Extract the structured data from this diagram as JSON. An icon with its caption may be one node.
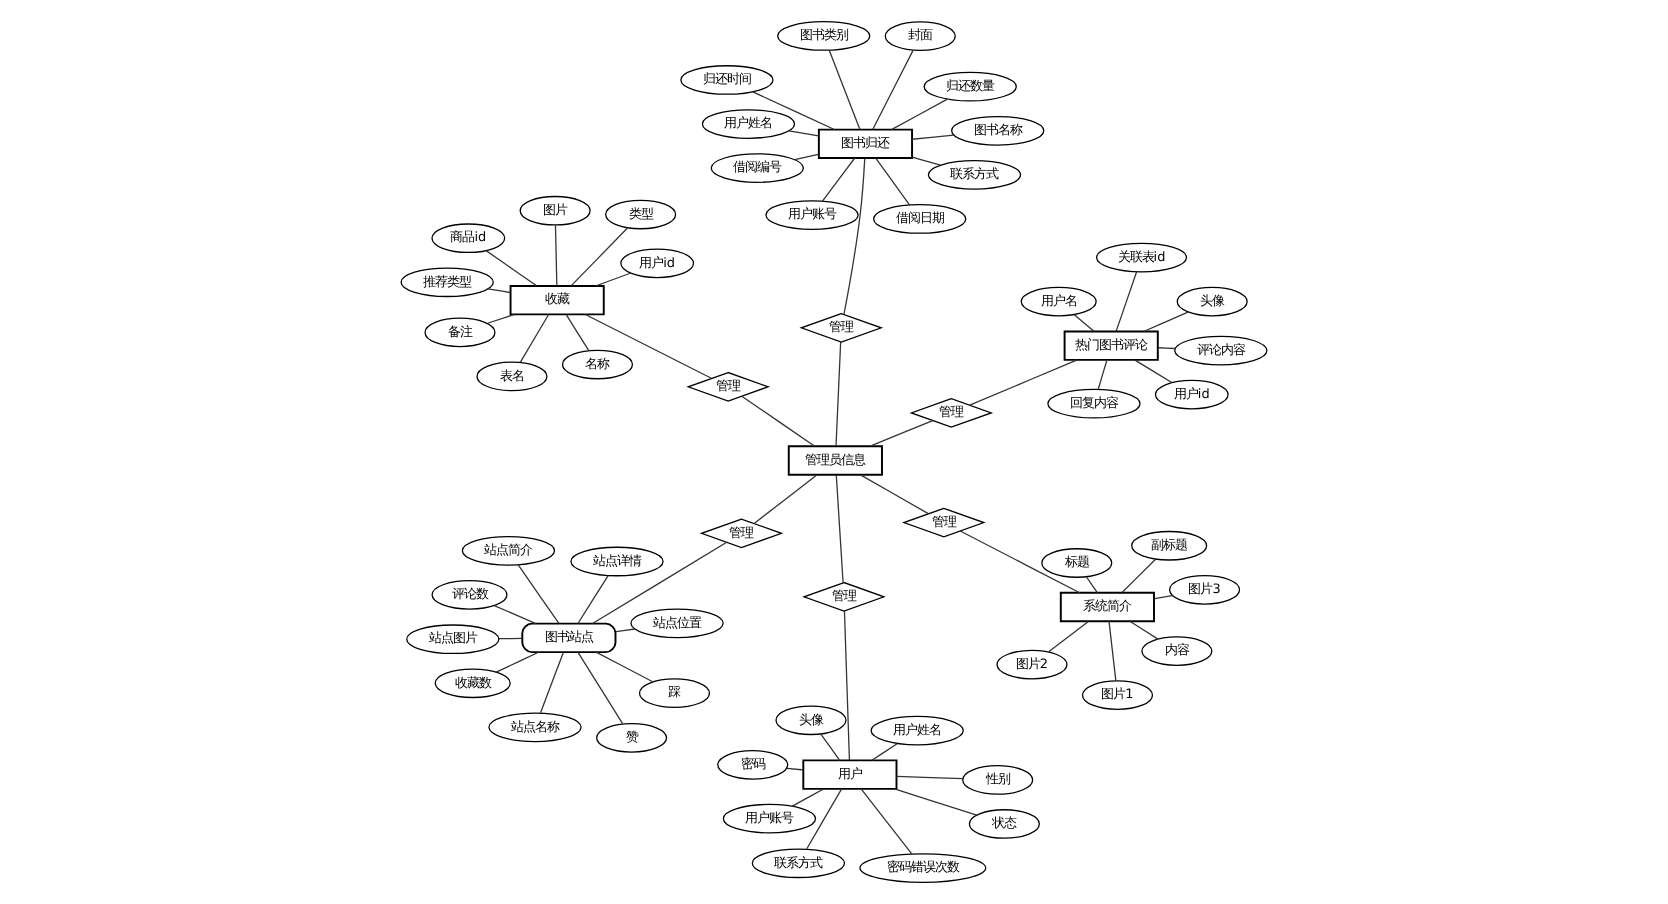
{
  "diagram": {
    "nodes": [
      {
        "text": [
          "管理员信息"
        ]
      },
      {
        "text": [
          "管理"
        ]
      },
      {
        "text": [
          "用户"
        ]
      },
      {
        "text": [
          "头像"
        ]
      },
      {
        "text": [
          "用户姓名"
        ]
      },
      {
        "text": [
          "密码"
        ]
      },
      {
        "text": [
          "用户账号"
        ]
      },
      {
        "text": [
          "性别"
        ]
      },
      {
        "text": [
          "联系方式"
        ]
      },
      {
        "text": [
          "状态"
        ]
      },
      {
        "text": [
          "密码错误次数"
        ]
      },
      {
        "text": [
          "管理"
        ]
      },
      {
        "text": [
          "图书站点"
        ]
      },
      {
        "text": [
          "站点位置"
        ]
      },
      {
        "text": [
          "站点详情"
        ]
      },
      {
        "text": [
          "赞"
        ]
      },
      {
        "text": [
          "踩"
        ]
      },
      {
        "text": [
          "站点简介"
        ]
      },
      {
        "text": [
          "站点图片"
        ]
      },
      {
        "text": [
          "评论数"
        ]
      },
      {
        "text": [
          "站点名称"
        ]
      },
      {
        "text": [
          "收藏数"
        ]
      },
      {
        "text": [
          "管理"
        ]
      },
      {
        "text": [
          "热门图书评论"
        ]
      },
      {
        "text": [
          "关联表id"
        ]
      },
      {
        "text": [
          "用户id"
        ]
      },
      {
        "text": [
          "头像"
        ]
      },
      {
        "text": [
          "用户名"
        ]
      },
      {
        "text": [
          "回复内容"
        ]
      },
      {
        "text": [
          "评论内容"
        ]
      },
      {
        "text": [
          "管理"
        ]
      },
      {
        "text": [
          "收藏"
        ]
      },
      {
        "text": [
          "表名"
        ]
      },
      {
        "text": [
          "商品id"
        ]
      },
      {
        "text": [
          "用户id"
        ]
      },
      {
        "text": [
          "名称"
        ]
      },
      {
        "text": [
          "图片"
        ]
      },
      {
        "text": [
          "类型"
        ]
      },
      {
        "text": [
          "推荐类型"
        ]
      },
      {
        "text": [
          "备注"
        ]
      },
      {
        "text": [
          "管理"
        ]
      },
      {
        "text": [
          "系统简介"
        ]
      },
      {
        "text": [
          "标题"
        ]
      },
      {
        "text": [
          "副标题"
        ]
      },
      {
        "text": [
          "图片3"
        ]
      },
      {
        "text": [
          "图片2"
        ]
      },
      {
        "text": [
          "内容"
        ]
      },
      {
        "text": [
          "图片1"
        ]
      },
      {
        "text": [
          "管理"
        ]
      },
      {
        "text": [
          "图书归还"
        ]
      },
      {
        "text": [
          "借阅编号"
        ]
      },
      {
        "text": [
          "图书名称"
        ]
      },
      {
        "text": [
          "封面"
        ]
      },
      {
        "text": [
          "图书类别"
        ]
      },
      {
        "text": [
          "归还数量"
        ]
      },
      {
        "text": [
          "借阅日期"
        ]
      },
      {
        "text": [
          "用户账号"
        ]
      },
      {
        "text": [
          "归还时间"
        ]
      },
      {
        "text": [
          "联系方式"
        ]
      },
      {
        "text": [
          "用户姓名"
        ]
      }
    ],
    "edges": [
      {
        "from": 2,
        "to": 1,
        "arrow": "none"
      },
      {
        "from": 1,
        "to": 0,
        "arrow": "none"
      },
      {
        "from": 2,
        "to": 3,
        "arrow": "none"
      },
      {
        "from": 2,
        "to": 4,
        "arrow": "none"
      },
      {
        "from": 2,
        "to": 5,
        "arrow": "none"
      },
      {
        "from": 2,
        "to": 6,
        "arrow": "none"
      },
      {
        "from": 2,
        "to": 7,
        "arrow": "none"
      },
      {
        "from": 2,
        "to": 8,
        "arrow": "none"
      },
      {
        "from": 2,
        "to": 9,
        "arrow": "none"
      },
      {
        "from": 2,
        "to": 10,
        "arrow": "none"
      },
      {
        "from": 12,
        "to": 11,
        "arrow": "none"
      },
      {
        "from": 11,
        "to": 0,
        "arrow": "none"
      },
      {
        "from": 12,
        "to": 13,
        "arrow": "none"
      },
      {
        "from": 12,
        "to": 14,
        "arrow": "none"
      },
      {
        "from": 12,
        "to": 15,
        "arrow": "none"
      },
      {
        "from": 12,
        "to": 16,
        "arrow": "none"
      },
      {
        "from": 12,
        "to": 17,
        "arrow": "none"
      },
      {
        "from": 12,
        "to": 18,
        "arrow": "none"
      },
      {
        "from": 12,
        "to": 19,
        "arrow": "none"
      },
      {
        "from": 12,
        "to": 20,
        "arrow": "none"
      },
      {
        "from": 12,
        "to": 21,
        "arrow": "none"
      },
      {
        "from": 23,
        "to": 22,
        "arrow": "none"
      },
      {
        "from": 22,
        "to": 0,
        "arrow": "none"
      },
      {
        "from": 23,
        "to": 24,
        "arrow": "none"
      },
      {
        "from": 23,
        "to": 25,
        "arrow": "none"
      },
      {
        "from": 23,
        "to": 26,
        "arrow": "none"
      },
      {
        "from": 23,
        "to": 27,
        "arrow": "none"
      },
      {
        "from": 23,
        "to": 28,
        "arrow": "none"
      },
      {
        "from": 23,
        "to": 29,
        "arrow": "none"
      },
      {
        "from": 31,
        "to": 30,
        "arrow": "none"
      },
      {
        "from": 30,
        "to": 0,
        "arrow": "none"
      },
      {
        "from": 31,
        "to": 32,
        "arrow": "none"
      },
      {
        "from": 31,
        "to": 33,
        "arrow": "none"
      },
      {
        "from": 31,
        "to": 34,
        "arrow": "none"
      },
      {
        "from": 31,
        "to": 35,
        "arrow": "none"
      },
      {
        "from": 31,
        "to": 36,
        "arrow": "none"
      },
      {
        "from": 31,
        "to": 37,
        "arrow": "none"
      },
      {
        "from": 31,
        "to": 38,
        "arrow": "none"
      },
      {
        "from": 31,
        "to": 39,
        "arrow": "none"
      },
      {
        "from": 41,
        "to": 40,
        "arrow": "none"
      },
      {
        "from": 40,
        "to": 0,
        "arrow": "none"
      },
      {
        "from": 41,
        "to": 42,
        "arrow": "none"
      },
      {
        "from": 41,
        "to": 43,
        "arrow": "none"
      },
      {
        "from": 41,
        "to": 44,
        "arrow": "none"
      },
      {
        "from": 41,
        "to": 45,
        "arrow": "none"
      },
      {
        "from": 41,
        "to": 46,
        "arrow": "none"
      },
      {
        "from": 41,
        "to": 47,
        "arrow": "none"
      },
      {
        "from": 49,
        "to": 48,
        "arrow": "none"
      },
      {
        "from": 48,
        "to": 0,
        "arrow": "none"
      },
      {
        "from": 49,
        "to": 50,
        "arrow": "none"
      },
      {
        "from": 49,
        "to": 51,
        "arrow": "none"
      },
      {
        "from": 49,
        "to": 52,
        "arrow": "none"
      },
      {
        "from": 49,
        "to": 53,
        "arrow": "none"
      },
      {
        "from": 49,
        "to": 54,
        "arrow": "none"
      },
      {
        "from": 49,
        "to": 55,
        "arrow": "none"
      },
      {
        "from": 49,
        "to": 56,
        "arrow": "none"
      },
      {
        "from": 49,
        "to": 57,
        "arrow": "none"
      },
      {
        "from": 49,
        "to": 58,
        "arrow": "none"
      },
      {
        "from": 49,
        "to": 59,
        "arrow": "none"
      }
    ]
  }
}
